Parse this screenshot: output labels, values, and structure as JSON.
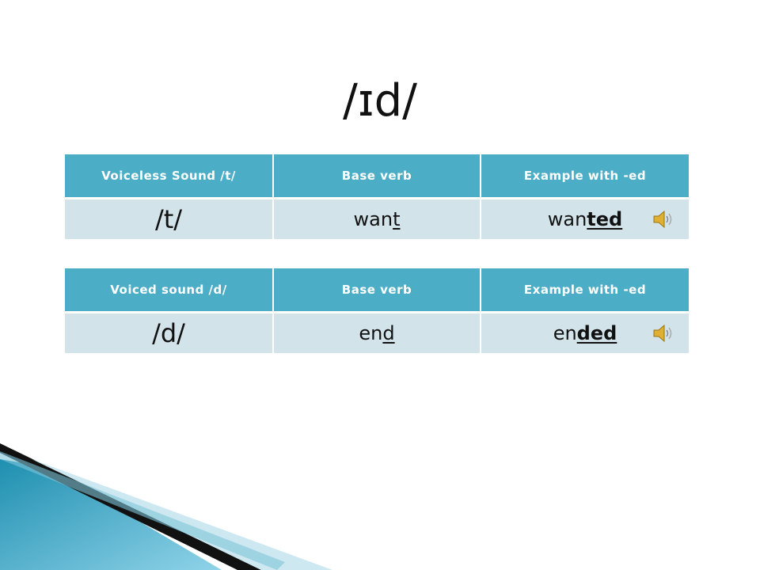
{
  "slide": {
    "title": "/ɪd/"
  },
  "tables": [
    {
      "headers": [
        "Voiceless Sound /t/",
        "Base  verb",
        "Example with -ed"
      ],
      "sound": "/t/",
      "base_plain": "wan",
      "base_mark": "t",
      "example_plain": "wan",
      "example_mark": "ted",
      "audio_icon": "speaker-icon"
    },
    {
      "headers": [
        "Voiced sound /d/",
        "Base  verb",
        "Example with -ed"
      ],
      "sound": "/d/",
      "base_plain": "en",
      "base_mark": "d",
      "example_plain": "en",
      "example_mark": "ded",
      "audio_icon": "speaker-icon"
    }
  ],
  "colors": {
    "header": "#4badc6",
    "row": "#d3e3ea",
    "accent": "#1e8fb0"
  }
}
